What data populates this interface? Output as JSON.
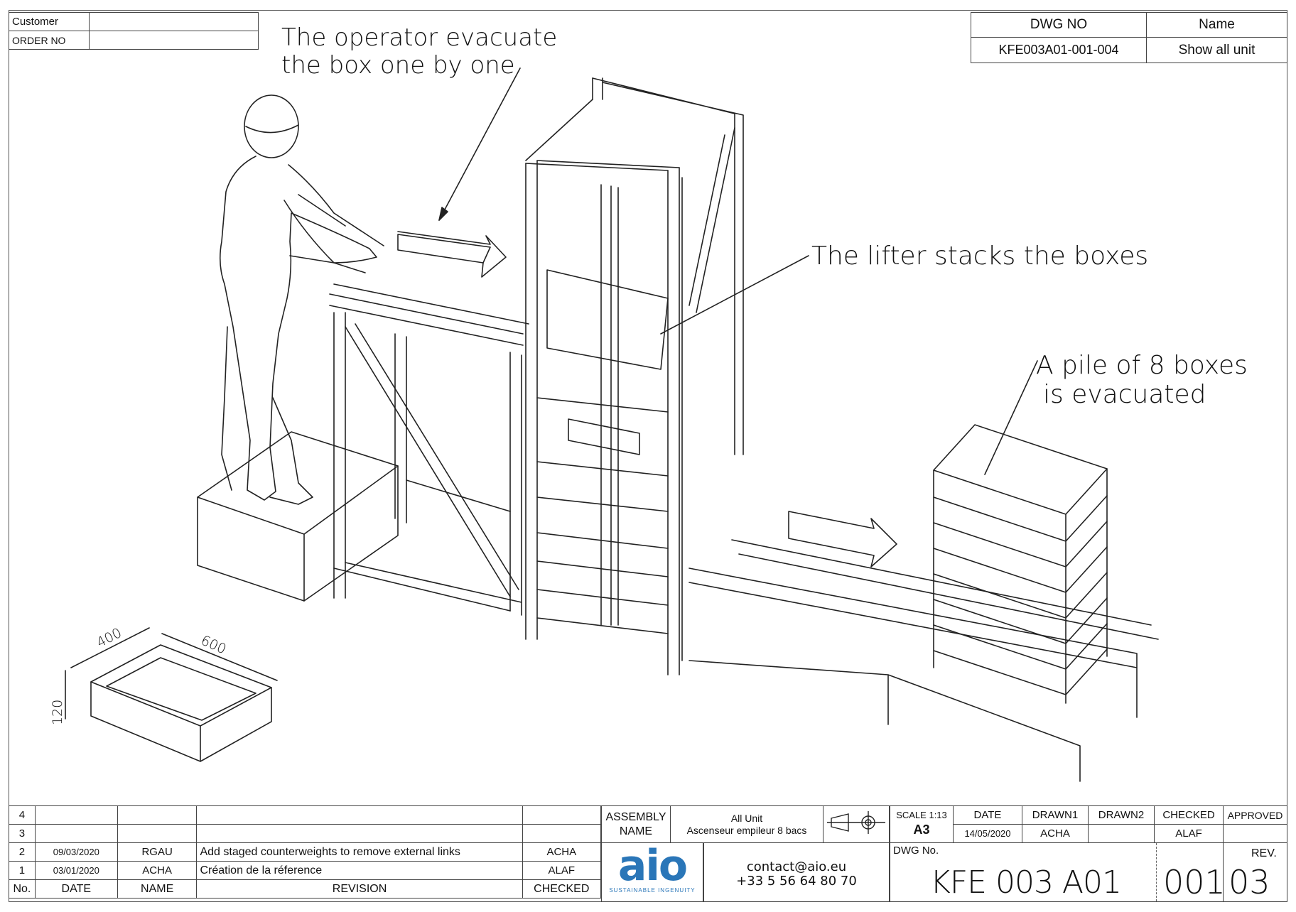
{
  "header": {
    "customer_label": "Customer",
    "order_label": "ORDER NO",
    "dwg_no_label": "DWG NO",
    "name_label": "Name",
    "dwg_no_value": "KFE003A01-001-004",
    "name_value": "Show all unit"
  },
  "annotations": {
    "operator_line1": "The operator evacuate",
    "operator_line2": "the box one by one",
    "lifter": "The lifter stacks the boxes",
    "pile_line1": "A pile of 8 boxes",
    "pile_line2": "is evacuated"
  },
  "box_dims": {
    "width": "400",
    "length": "600",
    "height": "120"
  },
  "revisions": {
    "rows": [
      {
        "no": "4",
        "date": "",
        "name": "",
        "revision": "",
        "checked": ""
      },
      {
        "no": "3",
        "date": "",
        "name": "",
        "revision": "",
        "checked": ""
      },
      {
        "no": "2",
        "date": "09/03/2020",
        "name": "RGAU",
        "revision": "Add staged counterweights to remove external links",
        "checked": "ACHA"
      },
      {
        "no": "1",
        "date": "03/01/2020",
        "name": "ACHA",
        "revision": "Création de la réference",
        "checked": "ALAF"
      }
    ],
    "head": {
      "no": "No.",
      "date": "DATE",
      "name": "NAME",
      "revision": "REVISION",
      "checked": "CHECKED"
    }
  },
  "titleblock": {
    "assembly_label": "ASSEMBLY",
    "name_label": "NAME",
    "assembly_value1": "All Unit",
    "assembly_value2": "Ascenseur empileur 8 bacs",
    "scale_label": "SCALE",
    "scale_value": "1:13",
    "format": "A3",
    "date_label": "DATE",
    "drawn1_label": "DRAWN1",
    "drawn2_label": "DRAWN2",
    "checked_label": "CHECKED",
    "approved_label": "APPROVED",
    "date_value": "14/05/2020",
    "drawn1_value": "ACHA",
    "drawn2_value": "",
    "checked_value": "ALAF",
    "approved_value": "",
    "dwg_label": "DWG No.",
    "dwg_value": "KFE 003 A01",
    "sheet_value": "001",
    "rev_label": "REV.",
    "rev_value": "03",
    "logo_text": "aio",
    "logo_tag": "SUSTAINABLE INGENUITY",
    "contact_email": "contact@aio.eu",
    "contact_phone": "+33 5 56 64 80 70"
  },
  "colors": {
    "line": "#222222",
    "logo": "#2a76b8"
  }
}
